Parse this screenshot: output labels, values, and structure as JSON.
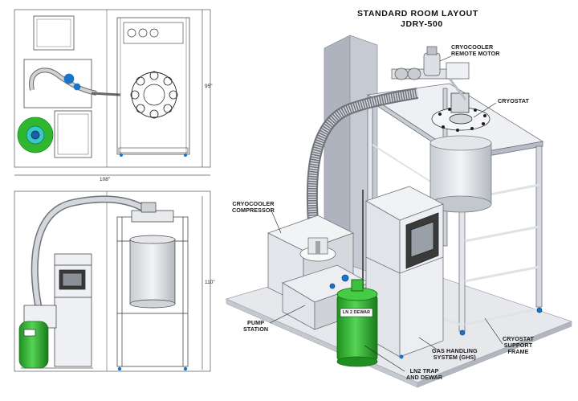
{
  "title": {
    "line1": "STANDARD ROOM LAYOUT",
    "line2": "JDRY-500"
  },
  "labels": {
    "cryocooler_remote_motor": [
      "CRYOCOOLER",
      "REMOTE MOTOR"
    ],
    "cryostat": [
      "CRYOSTAT"
    ],
    "cryocooler_compressor": [
      "CRYOCOOLER",
      "COMPRESSOR"
    ],
    "pump_station": [
      "PUMP",
      "STATION"
    ],
    "gas_handling_system": [
      "GAS HANDLING",
      "SYSTEM (GHS)"
    ],
    "ln2_trap_dewar": [
      "LN2 TRAP",
      "AND DEWAR"
    ],
    "cryostat_support_frame": [
      "CRYOSTAT",
      "SUPPORT",
      "FRAME"
    ],
    "dewar_tag": "LN 2 DEWAR"
  },
  "dimensions": {
    "width": "108\"",
    "depth": "95\"",
    "height": "110\""
  },
  "colors": {
    "line": "#2a2a2a",
    "wall": "#c8ccd6",
    "wall_dark": "#9ea4b2",
    "floor": "#e2e4e9",
    "steel": "#d9dde3",
    "green": "#2fb82f",
    "green_dark": "#1d8a1d",
    "blue": "#1a74c8",
    "hose": "#a9adb3",
    "screen": "#2b2b2b"
  }
}
